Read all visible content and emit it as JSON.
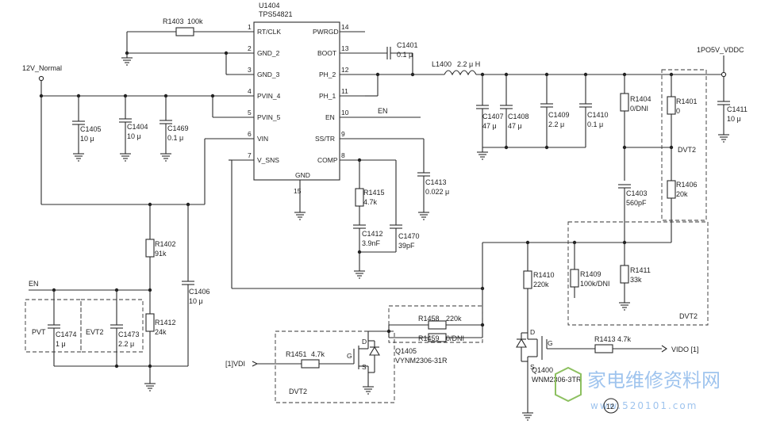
{
  "ic": {
    "ref": "U1404",
    "part": "TPS54821",
    "left_pins": [
      {
        "num": "1",
        "name": "RT/CLK"
      },
      {
        "num": "2",
        "name": "GND_2"
      },
      {
        "num": "3",
        "name": "GND_3"
      },
      {
        "num": "4",
        "name": "PVIN_4"
      },
      {
        "num": "5",
        "name": "PVIN_5"
      },
      {
        "num": "6",
        "name": "VIN"
      },
      {
        "num": "7",
        "name": "V_SNS"
      }
    ],
    "right_pins": [
      {
        "num": "14",
        "name": "PWRGD"
      },
      {
        "num": "13",
        "name": "BOOT"
      },
      {
        "num": "12",
        "name": "PH_2"
      },
      {
        "num": "11",
        "name": "PH_1"
      },
      {
        "num": "10",
        "name": "EN"
      },
      {
        "num": "9",
        "name": "SS/TR"
      },
      {
        "num": "8",
        "name": "COMP"
      }
    ],
    "gnd_label": "GND",
    "gnd_pin": "15"
  },
  "nets": {
    "input": "12V_Normal",
    "output": "1PO5V_VDDC",
    "en_left": "EN",
    "en_right": "EN",
    "vdi_port": "[1]VDI",
    "vido_port": "VIDO [1]"
  },
  "parts": {
    "R1403": {
      "ref": "R1403",
      "value": "100k"
    },
    "C1401": {
      "ref": "C1401",
      "value": "0.1 μ"
    },
    "L1400": {
      "ref": "L1400",
      "value": "2.2 μ H"
    },
    "C1405": {
      "ref": "C1405",
      "value": "10 μ"
    },
    "C1404": {
      "ref": "C1404",
      "value": "10 μ"
    },
    "C1469": {
      "ref": "C1469",
      "value": "0.1 μ"
    },
    "C1407": {
      "ref": "C1407",
      "value": "47 μ"
    },
    "C1408": {
      "ref": "C1408",
      "value": "47 μ"
    },
    "C1409": {
      "ref": "C1409",
      "value": "2.2 μ"
    },
    "C1410": {
      "ref": "C1410",
      "value": "0.1 μ"
    },
    "R1404": {
      "ref": "R1404",
      "value": "0/DNI"
    },
    "R1401": {
      "ref": "R1401",
      "value": "0"
    },
    "C1411": {
      "ref": "C1411",
      "value": "10 μ"
    },
    "R1406": {
      "ref": "R1406",
      "value": "20k"
    },
    "C1403": {
      "ref": "C1403",
      "value": "560pF"
    },
    "C1413": {
      "ref": "C1413",
      "value": "0.022 μ"
    },
    "R1415": {
      "ref": "R1415",
      "value": "4.7k"
    },
    "C1412": {
      "ref": "C1412",
      "value": "3.9nF"
    },
    "C1470": {
      "ref": "C1470",
      "value": "39pF"
    },
    "R1402": {
      "ref": "R1402",
      "value": "91k"
    },
    "R1412": {
      "ref": "R1412",
      "value": "24k"
    },
    "C1406": {
      "ref": "C1406",
      "value": "10 μ"
    },
    "C1474": {
      "ref": "C1474",
      "value": "1 μ"
    },
    "C1473": {
      "ref": "C1473",
      "value": "2.2 μ"
    },
    "R1410": {
      "ref": "R1410",
      "value": "220k"
    },
    "R1409": {
      "ref": "R1409",
      "value": "100k/DNI"
    },
    "R1411": {
      "ref": "R1411",
      "value": "33k"
    },
    "R1458": {
      "ref": "R1458",
      "value": "220k"
    },
    "R1459": {
      "ref": "R1459",
      "value": "0/DNI"
    },
    "R1451": {
      "ref": "R1451",
      "value": "4.7k"
    },
    "R1413": {
      "ref": "R1413",
      "value": "4.7k"
    }
  },
  "transistors": {
    "Q1405": {
      "ref": "Q1405",
      "part": "VYNM2306-31R",
      "g": "G",
      "d": "D",
      "s": "S"
    },
    "Q1400": {
      "ref": "Q1400",
      "part": "WNM2306-3TR",
      "g": "G",
      "d": "D",
      "s": "S"
    }
  },
  "box_labels": {
    "pvt": "PVT",
    "evt2": "EVT2",
    "dvt2_top": "DVT2",
    "dvt2_right": "DVT2",
    "dvt2_bottom": "DVT2"
  },
  "watermark": {
    "cn_text": "家电维修资料网",
    "url_text": "www.520101.com",
    "page_number": "12"
  }
}
